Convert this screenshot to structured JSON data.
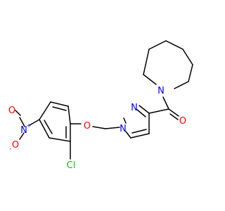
{
  "molecule": {
    "atom_labels": {
      "carbonyl_o": "O",
      "azepane_n": "N",
      "pyrazole_n1": "N",
      "pyrazole_n2": "N",
      "ether_o": "O",
      "chloro": "Cl",
      "nitro_n": "N",
      "nitro_n_charge": "+",
      "nitro_o_top": "O",
      "nitro_o_bottom": "O",
      "nitro_o_bottom_charge": "-"
    },
    "colors": {
      "bond": "#000000",
      "oxygen": "#ff0000",
      "nitrogen": "#0000ff",
      "chlorine": "#00cc00"
    }
  }
}
